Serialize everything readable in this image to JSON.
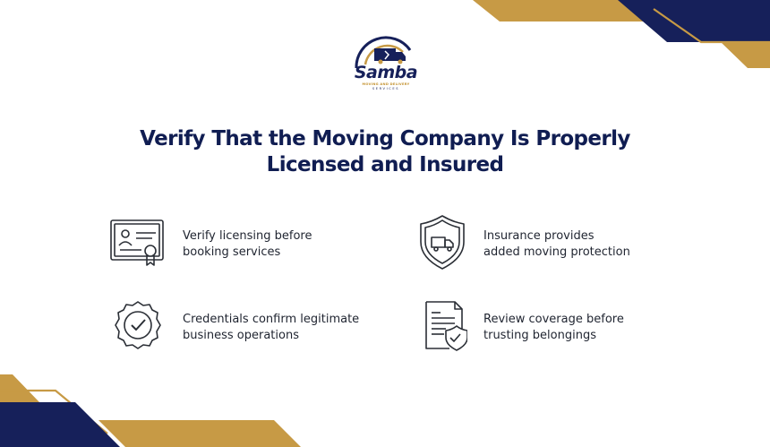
{
  "brand": {
    "name": "Samba",
    "tagline": "MOVING AND DELIVERY",
    "subline": "SERVICES"
  },
  "heading": {
    "line1": "Verify That the Moving Company Is Properly",
    "line2": "Licensed and Insured"
  },
  "features": [
    {
      "icon": "certificate-icon",
      "line1": "Verify licensing before",
      "line2": "booking services"
    },
    {
      "icon": "shield-truck-icon",
      "line1": "Insurance provides",
      "line2": "added moving protection"
    },
    {
      "icon": "verified-badge-icon",
      "line1": "Credentials confirm legitimate",
      "line2": "business operations"
    },
    {
      "icon": "document-shield-icon",
      "line1": "Review coverage before",
      "line2": "trusting belongings"
    }
  ],
  "colors": {
    "navy": "#101d52",
    "gold": "#c79a45",
    "icon": "#2b2f36"
  }
}
